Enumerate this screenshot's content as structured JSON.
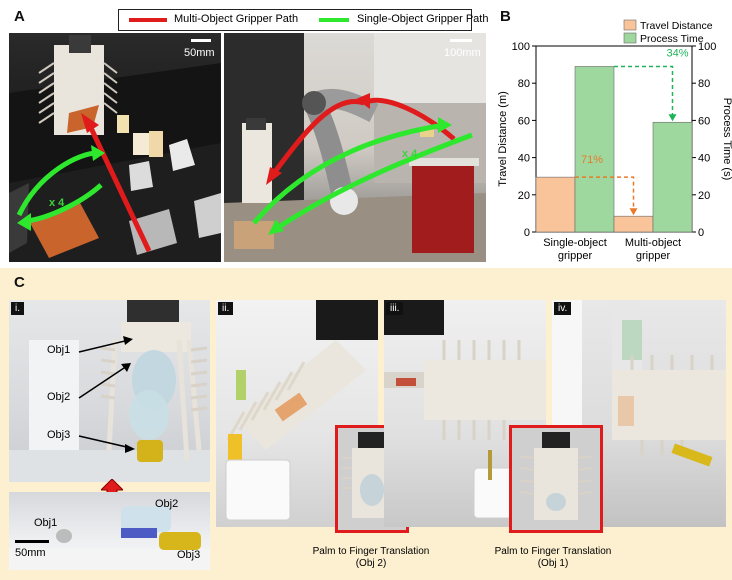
{
  "panel_a": {
    "letter": "A",
    "legend": {
      "red_label": "Multi-Object Gripper Path",
      "green_label": "Single-Object Gripper Path",
      "red_color": "#e01b1b",
      "green_color": "#2ee82e"
    },
    "scale_left": "50mm",
    "scale_right": "100mm",
    "repeat_left": "x 4",
    "repeat_right": "x 4"
  },
  "panel_b": {
    "letter": "B"
  },
  "chart_data": {
    "type": "bar",
    "categories": [
      "Single-object gripper",
      "Multi-object gripper"
    ],
    "category_lines": [
      [
        "Single-object",
        "gripper"
      ],
      [
        "Multi-object",
        "gripper"
      ]
    ],
    "series": [
      {
        "name": "Travel Distance",
        "axis": "left",
        "color": "#f9c49a",
        "values": [
          29.5,
          8.5
        ]
      },
      {
        "name": "Process Time",
        "axis": "right",
        "color": "#9fd89f",
        "values": [
          89,
          59
        ]
      }
    ],
    "ylabel_left": "Travel Distance (m)",
    "ylabel_right": "Process Time (s)",
    "ylim": [
      0,
      100
    ],
    "yticks": [
      "0",
      "20",
      "40",
      "60",
      "80",
      "100"
    ],
    "annotations": {
      "travel_reduction": "71%",
      "time_reduction": "34%",
      "travel_color": "#e87a2a",
      "time_color": "#1fb35a"
    },
    "legend_position": "top"
  },
  "panel_c": {
    "letter": "C",
    "background": "#fdf0d0",
    "sub_i": {
      "label": "i.",
      "obj1": "Obj1",
      "obj2": "Obj2",
      "obj3": "Obj3",
      "bottom_obj1": "Obj1",
      "bottom_obj2": "Obj2",
      "bottom_obj3": "Obj3",
      "scale": "50mm"
    },
    "sub_ii": {
      "label": "ii."
    },
    "sub_iii": {
      "label": "iii."
    },
    "sub_iv": {
      "label": "iv."
    },
    "caption_left": {
      "line1": "Palm to Finger Translation",
      "line2": "(Obj 2)"
    },
    "caption_right": {
      "line1": "Palm to Finger Translation",
      "line2": "(Obj 1)"
    }
  }
}
